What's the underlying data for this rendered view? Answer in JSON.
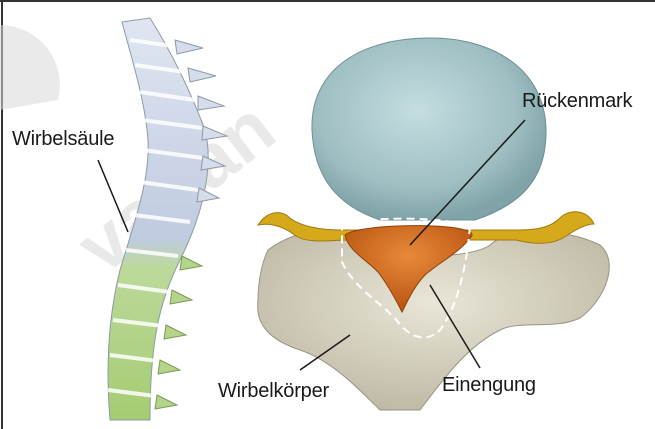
{
  "labels": {
    "spine": "Wirbelsäule",
    "spinal_cord": "Rückenmark",
    "vertebral_body": "Wirbelkörper",
    "narrowing": "Einengung"
  },
  "colors": {
    "upper_spine": "#c9d3e4",
    "lower_spine": "#b8d68a",
    "disc": "#e8f2f4",
    "disc_bulb": "#a9c8cc",
    "cord_orange": "#d86a1c",
    "cord_yellow": "#d4a516",
    "bone": "#ddd9c8",
    "watermark": "#dcdcdc",
    "frame_line": "#333333"
  }
}
